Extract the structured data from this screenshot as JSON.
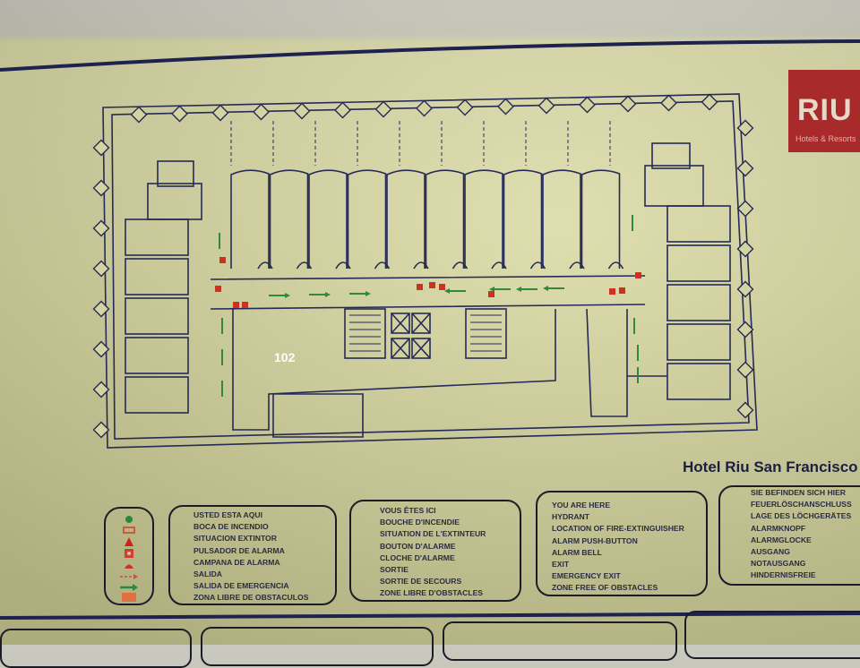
{
  "sign": {
    "title": "Hotel Riu San Francisco",
    "room_label": "102",
    "logo": {
      "text": "RIU",
      "tagline": "Hotels & Resorts",
      "color": "#a82a2a"
    },
    "colors": {
      "paper": "#d2d29c",
      "lines": "#262a58",
      "exit_arrow": "#2f8a3a",
      "fire_equipment": "#d03020"
    }
  },
  "legend": {
    "icons": [
      "you-are-here-dot",
      "hydrant",
      "fire-extinguisher-triangle",
      "alarm-push-button",
      "alarm-bell",
      "exit-dashed-arrow",
      "emergency-exit-arrow",
      "zone-free-of-obstacles"
    ],
    "spanish": [
      "USTED ESTA AQUI",
      "BOCA DE INCENDIO",
      "SITUACION EXTINTOR",
      "PULSADOR DE ALARMA",
      "CAMPANA DE ALARMA",
      "SALIDA",
      "SALIDA DE EMERGENCIA",
      "ZONA LIBRE DE OBSTACULOS"
    ],
    "french": [
      "VOUS ÊTES ICI",
      "BOUCHE D'INCENDIE",
      "SITUATION DE L'EXTINTEUR",
      "BOUTON D'ALARME",
      "CLOCHE D'ALARME",
      "SORTIE",
      "SORTIE DE SECOURS",
      "ZONE LIBRE D'OBSTACLES"
    ],
    "english": [
      "YOU ARE HERE",
      "HYDRANT",
      "LOCATION OF FIRE-EXTINGUISHER",
      "ALARM PUSH-BUTTON",
      "ALARM BELL",
      "EXIT",
      "EMERGENCY EXIT",
      "ZONE FREE OF OBSTACLES"
    ],
    "german": [
      "SIE BEFINDEN SICH HIER",
      "FEUERLÖSCHANSCHLUSS",
      "LAGE DES LÖCHGERÄTES",
      "ALARMKNOPF",
      "ALARMGLOCKE",
      "AUSGANG",
      "NOTAUSGANG",
      "HINDERNISFREIE"
    ]
  }
}
